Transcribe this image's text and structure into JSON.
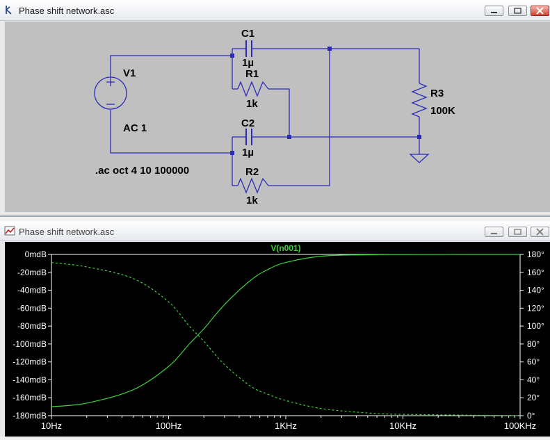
{
  "schematic_window": {
    "title": "Phase shift network.asc"
  },
  "plot_window": {
    "title": "Phase shift network.asc"
  },
  "schematic": {
    "components": {
      "c1": {
        "name": "C1",
        "value": "1µ"
      },
      "r1": {
        "name": "R1",
        "value": "1k"
      },
      "c2": {
        "name": "C2",
        "value": "1µ"
      },
      "r2": {
        "name": "R2",
        "value": "1k"
      },
      "r3": {
        "name": "R3",
        "value": "100K"
      },
      "v1": {
        "name": "V1",
        "value": "AC 1"
      }
    },
    "directive": ".ac oct 4 10 100000"
  },
  "plot": {
    "trace_label": "V(n001)",
    "left_ticks": [
      "0mdB",
      "-20mdB",
      "-40mdB",
      "-60mdB",
      "-80mdB",
      "-100mdB",
      "-120mdB",
      "-140mdB",
      "-160mdB",
      "-180mdB"
    ],
    "right_ticks": [
      "180°",
      "160°",
      "140°",
      "120°",
      "100°",
      "80°",
      "60°",
      "40°",
      "20°",
      "0°"
    ],
    "x_ticks": [
      "10Hz",
      "100Hz",
      "1KHz",
      "10KHz",
      "100KHz"
    ]
  },
  "chart_data": {
    "type": "line",
    "x_scale": "log",
    "xlim": [
      10,
      100000
    ],
    "ylim_left_mdb": [
      -180,
      0
    ],
    "ylim_right_deg": [
      0,
      180
    ],
    "grid": false,
    "colors": {
      "trace": "#3ccf3c",
      "background": "#000000",
      "axis": "#ffffff"
    },
    "series": [
      {
        "name": "V(n001)",
        "quantity": "magnitude",
        "axis": "left",
        "style": "solid",
        "x": [
          10,
          20,
          50,
          100,
          150,
          200,
          300,
          500,
          700,
          1000,
          2000,
          5000,
          10000,
          100000
        ],
        "y": [
          -170,
          -166,
          -151,
          -125,
          -100,
          -83,
          -56,
          -29,
          -17,
          -9,
          -2,
          -0.4,
          -0.1,
          0
        ]
      },
      {
        "name": "V(n001)",
        "quantity": "phase",
        "axis": "right",
        "style": "dashed",
        "x": [
          10,
          20,
          50,
          100,
          150,
          200,
          300,
          500,
          700,
          1000,
          2000,
          5000,
          10000,
          100000
        ],
        "y": [
          171,
          166,
          153,
          127,
          100,
          83,
          57,
          33,
          24,
          17,
          8,
          3,
          1.5,
          0
        ]
      }
    ]
  }
}
